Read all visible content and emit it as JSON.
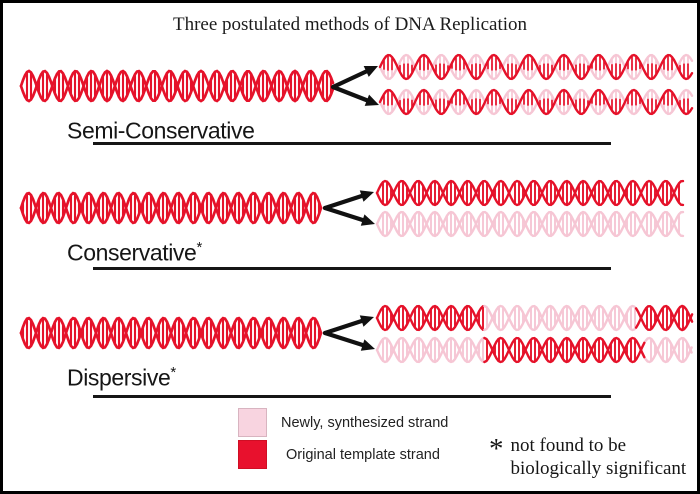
{
  "title": "Three postulated methods of DNA Replication",
  "sections": [
    {
      "label": "Semi-Conservative",
      "asterisk": ""
    },
    {
      "label": "Conservative",
      "asterisk": "*"
    },
    {
      "label": "Dispersive",
      "asterisk": "*"
    }
  ],
  "legend": {
    "items": [
      {
        "swatch": "new_swatch",
        "label": "Newly, synthesized strand"
      },
      {
        "swatch": "original_swatch",
        "label": "Original template strand"
      }
    ]
  },
  "footnote": {
    "symbol": "*",
    "line1": "not found to be",
    "line2": "biologically significant"
  },
  "colors": {
    "original_strand": "#e5122a",
    "new_strand": "#f6c6d4",
    "original_swatch": "#e8112d",
    "new_swatch": "#f8d4e0",
    "arrow": "#111111",
    "rule": "#161616"
  }
}
